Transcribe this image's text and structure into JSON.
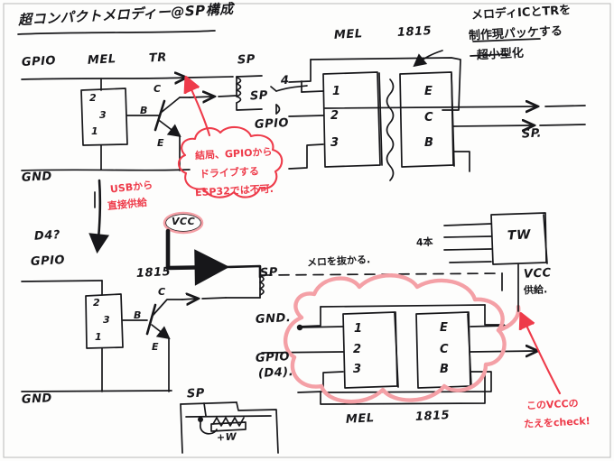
{
  "document": {
    "title": "超コンパクトメロディー@SP構成",
    "kind": "hand-drawn circuit sketch",
    "ink_color": "#17171a",
    "red_color": "#ee3b4a",
    "pink_color": "#f4a0a6",
    "paper_color": "#fdfdfc"
  },
  "top_circuit": {
    "gpio_label": "GPIO",
    "mel_label": "MEL",
    "tr_label": "TR",
    "gnd_label": "GND",
    "mel_pins": [
      "2",
      "3",
      "1"
    ],
    "tr_pins": {
      "base": "B",
      "collector": "C",
      "emitter": "E"
    },
    "sp_symbol_label": "SP",
    "sp_text_label": "SP",
    "gpio_right_label": "GPIO",
    "pin4_label": "4"
  },
  "top_block": {
    "mel_label": "MEL",
    "part_label": "1815",
    "left_pins": [
      "1",
      "2",
      "3"
    ],
    "right_pins": [
      "E",
      "C",
      "B"
    ],
    "sp_out_label": "SP."
  },
  "top_note": {
    "line1": "メロディICとTRを",
    "line2": "制作現パッケする",
    "line3": "超小型化"
  },
  "red_cloud_note": {
    "line1": "結局、GPIOから",
    "line2": "ドライブする",
    "line3": "ESP32では不可."
  },
  "usb_note": {
    "line1": "USBから",
    "line2": "直接供給"
  },
  "vcc_tag": {
    "label": "VCC"
  },
  "bottom_circuit": {
    "d4_label": "D4?",
    "gpio_label": "GPIO",
    "part_label": "1815",
    "mel_pins": [
      "2",
      "3",
      "1"
    ],
    "tr_pins": {
      "base": "B",
      "collector": "C",
      "emitter": "E"
    },
    "gnd_label": "GND",
    "sp_label": "SP"
  },
  "bottom_block": {
    "gnd_label": "GND.",
    "gpio_label": "GPIO",
    "gpio_sub_label": "(D4).",
    "mel_label": "MEL",
    "part_label": "1815",
    "left_pins": [
      "1",
      "2",
      "3"
    ],
    "right_pins": [
      "E",
      "C",
      "B"
    ],
    "dashed_note": "メロを抜かる."
  },
  "tw_block": {
    "label": "TW",
    "wire_count_label": "4本",
    "vcc_label": "VCC",
    "supply_label": "供給."
  },
  "vcc_check_note": {
    "line1": "このVCCの",
    "line2": "たえをcheck!"
  },
  "sp_detail": {
    "sp_label": "SP",
    "watt_label": "+W"
  }
}
